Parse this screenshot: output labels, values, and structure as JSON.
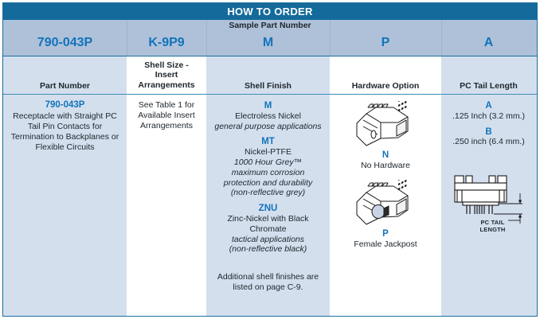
{
  "title": "HOW TO ORDER",
  "sample": {
    "label": "Sample Part Number",
    "codes": [
      "790-043P",
      "K-9P9",
      "M",
      "P",
      "A"
    ]
  },
  "columns": [
    {
      "header": "Part Number"
    },
    {
      "header": "Shell Size -\nInsert\nArrangements"
    },
    {
      "header": "Shell Finish"
    },
    {
      "header": "Hardware Option"
    },
    {
      "header": "PC Tail Length"
    }
  ],
  "part_number": {
    "code": "790-043P",
    "description": "Receptacle with Straight PC Tail Pin Contacts for Termination to Backplanes or Flexible Circuits"
  },
  "shell_size": {
    "note": "See Table 1 for Available Insert Arrangements"
  },
  "shell_finish": {
    "options": [
      {
        "code": "M",
        "name": "Electroless Nickel",
        "notes": [
          "general purpose applications"
        ]
      },
      {
        "code": "MT",
        "name": "Nickel-PTFE",
        "notes": [
          "1000 Hour Grey™",
          "maximum corrosion protection and durability",
          "(non-reflective grey)"
        ]
      },
      {
        "code": "ZNU",
        "name": "Zinc-Nickel with Black Chromate",
        "notes": [
          "tactical applications",
          "(non-reflective black)"
        ]
      }
    ],
    "footnote": "Additional shell finishes are listed on page C-9."
  },
  "hardware_option": {
    "options": [
      {
        "code": "N",
        "name": "No Hardware",
        "icon": "connector-no-hardware-icon"
      },
      {
        "code": "P",
        "name": "Female Jackpost",
        "icon": "connector-female-jackpost-icon"
      }
    ]
  },
  "pc_tail_length": {
    "options": [
      {
        "code": "A",
        "value": ".125 Inch (3.2 mm.)"
      },
      {
        "code": "B",
        "value": ".250 inch (6.4 mm.)"
      }
    ],
    "diagram_label_line1": "PC TAIL",
    "diagram_label_line2": "LENGTH",
    "diagram_icon": "pc-tail-length-diagram-icon"
  },
  "colors": {
    "title_bar": "#146b9b",
    "sample_band": "#aec1d9",
    "cell_shade": "#d4dfee",
    "accent_blue": "#1273bb",
    "border": "#1a6e9e",
    "text": "#20282e"
  }
}
